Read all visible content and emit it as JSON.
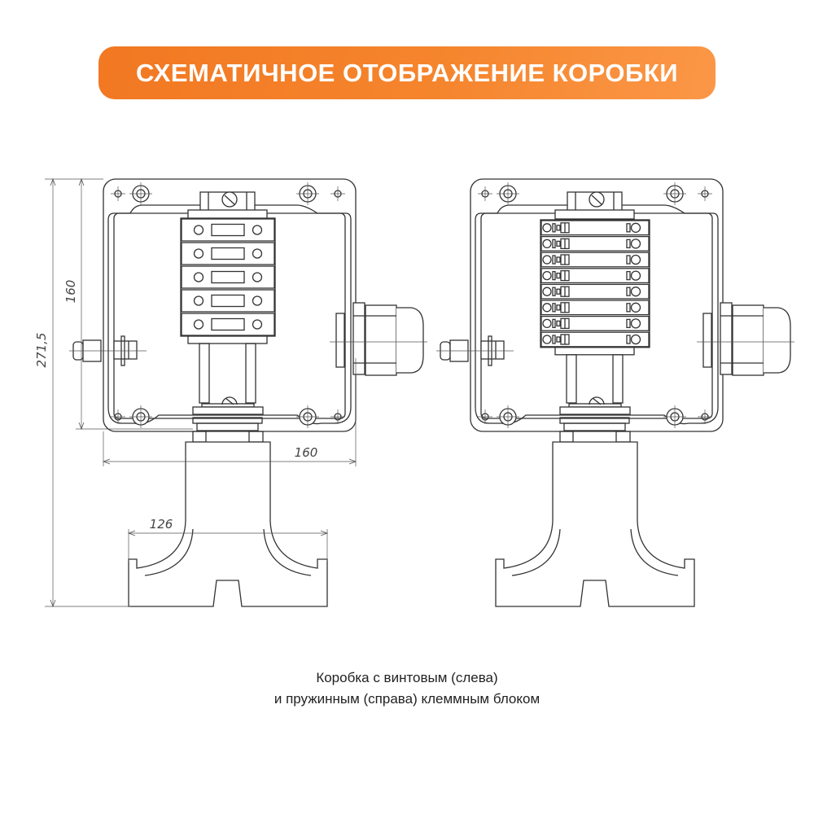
{
  "header": {
    "title": "СХЕМАТИЧНОЕ ОТОБРАЖЕНИЕ КОРОБКИ",
    "accent_color": "#f27822"
  },
  "drawing": {
    "left_box": {
      "terminal_type": "screw",
      "terminal_rows": 5
    },
    "right_box": {
      "terminal_type": "spring",
      "terminal_rows": 8
    },
    "dimensions": {
      "total_height": "271,5",
      "box_height": "160",
      "box_width": "160",
      "base_width": "126"
    }
  },
  "caption": {
    "line1": "Коробка с винтовым (слева)",
    "line2": "и пружинным (справа) клеммным блоком"
  }
}
